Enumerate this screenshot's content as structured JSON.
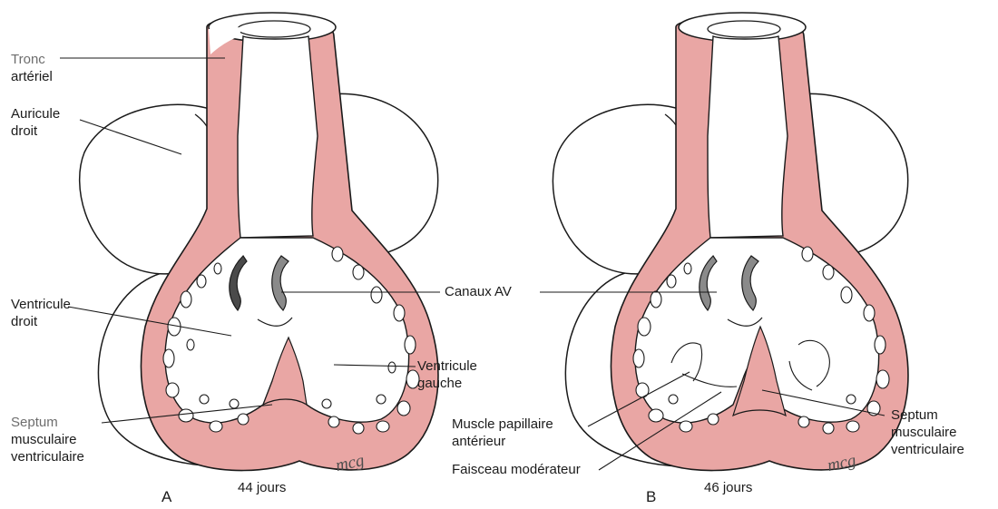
{
  "panel_a": {
    "letter": "A",
    "age": "44 jours",
    "labels": {
      "tronc_line1": "Tronc",
      "tronc_line2": "artériel",
      "auricule_line1": "Auricule",
      "auricule_line2": "droit",
      "ventricule_droit_line1": "Ventricule",
      "ventricule_droit_line2": "droit",
      "ventricule_gauche_line1": "Ventricule",
      "ventricule_gauche_line2": "gauche",
      "septum_line1": "Septum",
      "septum_line2": "musculaire",
      "septum_line3": "ventriculaire"
    }
  },
  "shared": {
    "canaux_av": "Canaux AV"
  },
  "panel_b": {
    "letter": "B",
    "age": "46 jours",
    "labels": {
      "muscle_line1": "Muscle papillaire",
      "muscle_line2": "antérieur",
      "faisceau": "Faisceau modérateur",
      "septum_line1": "Septum",
      "septum_line2": "musculaire",
      "septum_line3": "ventriculaire"
    }
  },
  "signature": "mcg",
  "colors": {
    "myocardium": "#e9a6a4",
    "outline": "#1a1a1a",
    "background": "#ffffff",
    "canal_dark": "#4a4a4a",
    "canal_light": "#8a8a8a"
  }
}
